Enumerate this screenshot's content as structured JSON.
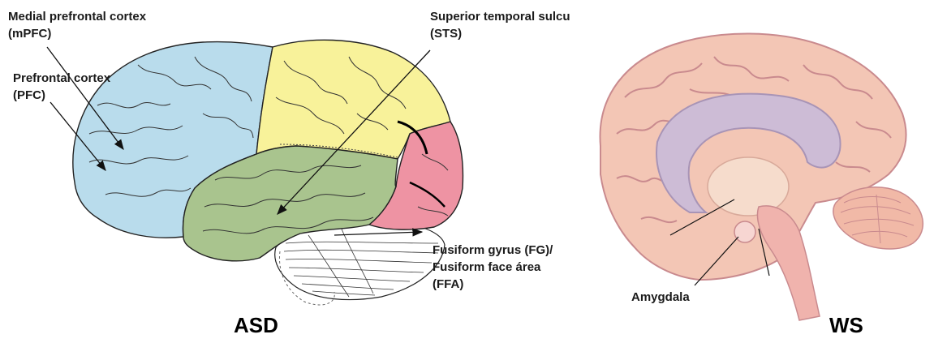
{
  "left_panel": {
    "caption": "ASD",
    "labels": {
      "mpfc_line1": "Medial prefrontal cortex",
      "mpfc_line2": "(mPFC)",
      "pfc_line1": "Prefrontal cortex",
      "pfc_line2": "(PFC)",
      "sts_line1": "Superior temporal sulcu",
      "sts_line2": "(STS)",
      "fg_line1": "Fusiform gyrus (FG)/",
      "fg_line2": "Fusiform face área",
      "fg_line3": "(FFA)"
    },
    "region_colors": {
      "frontal": "#b9dcec",
      "parietal": "#f8f29a",
      "temporal": "#a9c48e",
      "occipital": "#ee93a3",
      "cerebellum": "#ffffff"
    }
  },
  "right_panel": {
    "caption": "WS",
    "labels": {
      "amygdala": "Amygdala"
    },
    "colors": {
      "cortex": "#f3c6b5",
      "sulci": "#c98a8e",
      "ventricle": "#cdbcd6",
      "brainstem": "#f0b3ad",
      "cerebellum": "#f1b9a7"
    }
  }
}
